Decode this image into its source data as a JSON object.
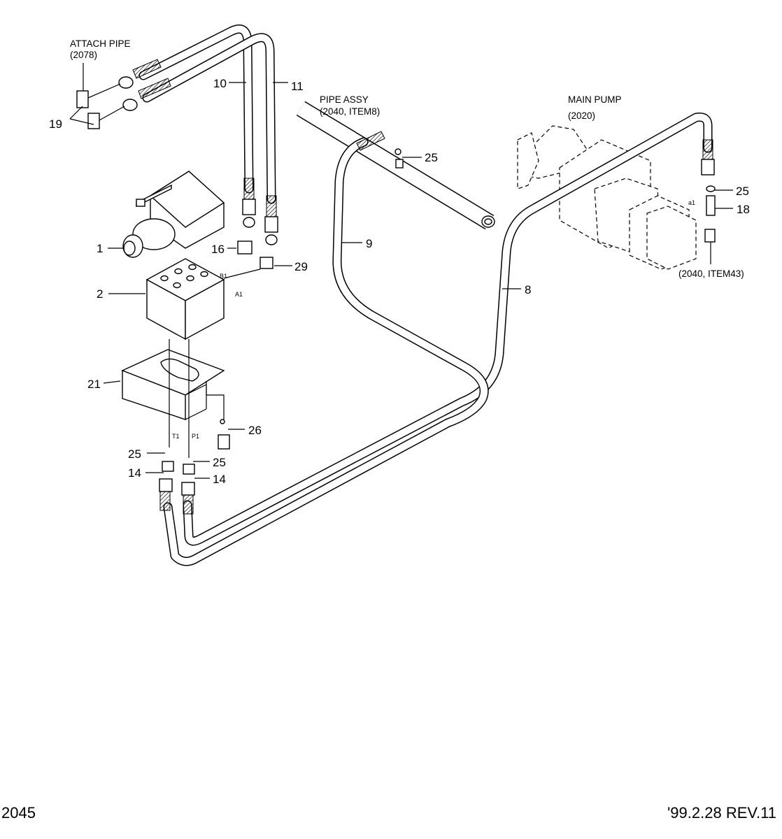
{
  "drawing": {
    "page_code": "2045",
    "revision": "'99.2.28 REV.11"
  },
  "callouts": {
    "attach_pipe": {
      "title": "ATTACH PIPE",
      "ref": "(2078)"
    },
    "pipe_assy": {
      "title": "PIPE ASSY",
      "ref": "(2040, ITEM8)"
    },
    "main_pump": {
      "title": "MAIN PUMP",
      "ref": "(2020)"
    },
    "pump_ref": "(2040, ITEM43)"
  },
  "ports": {
    "b1": "B1",
    "a1": "A1",
    "t1": "T1",
    "p1": "P1",
    "a1_pump": "a1"
  },
  "items": {
    "i1": "1",
    "i2": "2",
    "i8": "8",
    "i9": "9",
    "i10": "10",
    "i11": "11",
    "i14a": "14",
    "i14b": "14",
    "i16": "16",
    "i18": "18",
    "i19": "19",
    "i21": "21",
    "i25a": "25",
    "i25b": "25",
    "i25c": "25",
    "i25d": "25",
    "i26": "26",
    "i29": "29"
  }
}
